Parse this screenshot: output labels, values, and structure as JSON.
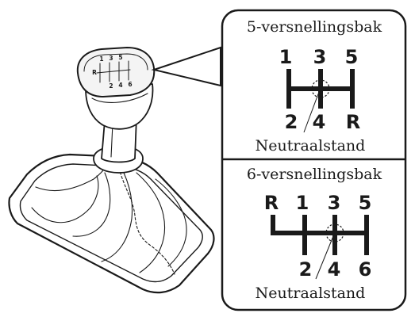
{
  "colors": {
    "ink": "#1a1a1a",
    "background": "#ffffff",
    "knob_fill": "#f4f4f4"
  },
  "illustration": {
    "name": "gear-shift-lever-illustration",
    "knob_pattern": [
      "R",
      "1",
      "3",
      "5",
      "2",
      "4",
      "6"
    ]
  },
  "five_speed": {
    "title": "5-versnellingsbak",
    "top_gears": [
      "1",
      "3",
      "5"
    ],
    "bottom_gears": [
      "2",
      "4",
      "R"
    ],
    "neutral_label": "Neutraalstand"
  },
  "six_speed": {
    "title": "6-versnellingsbak",
    "top_gears": [
      "R",
      "1",
      "3",
      "5"
    ],
    "bottom_gears": [
      "2",
      "4",
      "6"
    ],
    "neutral_label": "Neutraalstand"
  }
}
